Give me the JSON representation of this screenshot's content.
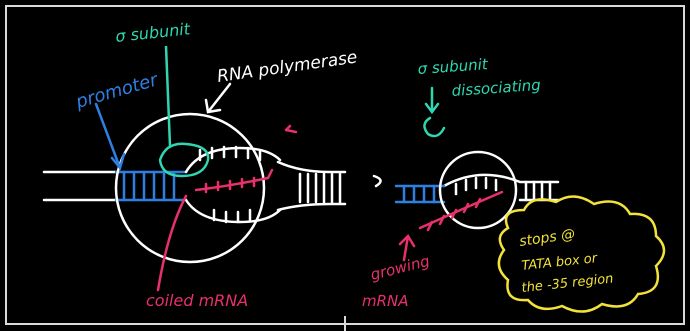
{
  "labels": {
    "sigma_subunit": "σ subunit",
    "rna_polymerase": "RNA polymerase",
    "promoter": "promoter",
    "sigma_dissociating_line1": "σ subunit",
    "sigma_dissociating_line2": "dissociating",
    "coiled_mrna": "coiled mRNA",
    "growing_mrna_line1": "growing",
    "growing_mrna_line2": "mRNA",
    "note_line1": "stops @",
    "note_line2": "TATA box or",
    "note_line3": "the -35 region"
  },
  "colors": {
    "background": "#000000",
    "dna": "#ffffff",
    "promoter": "#2f7fe0",
    "sigma": "#2fd6b0",
    "mrna": "#e8306a",
    "note": "#f2e23a",
    "frame": "#d9d9d9"
  }
}
